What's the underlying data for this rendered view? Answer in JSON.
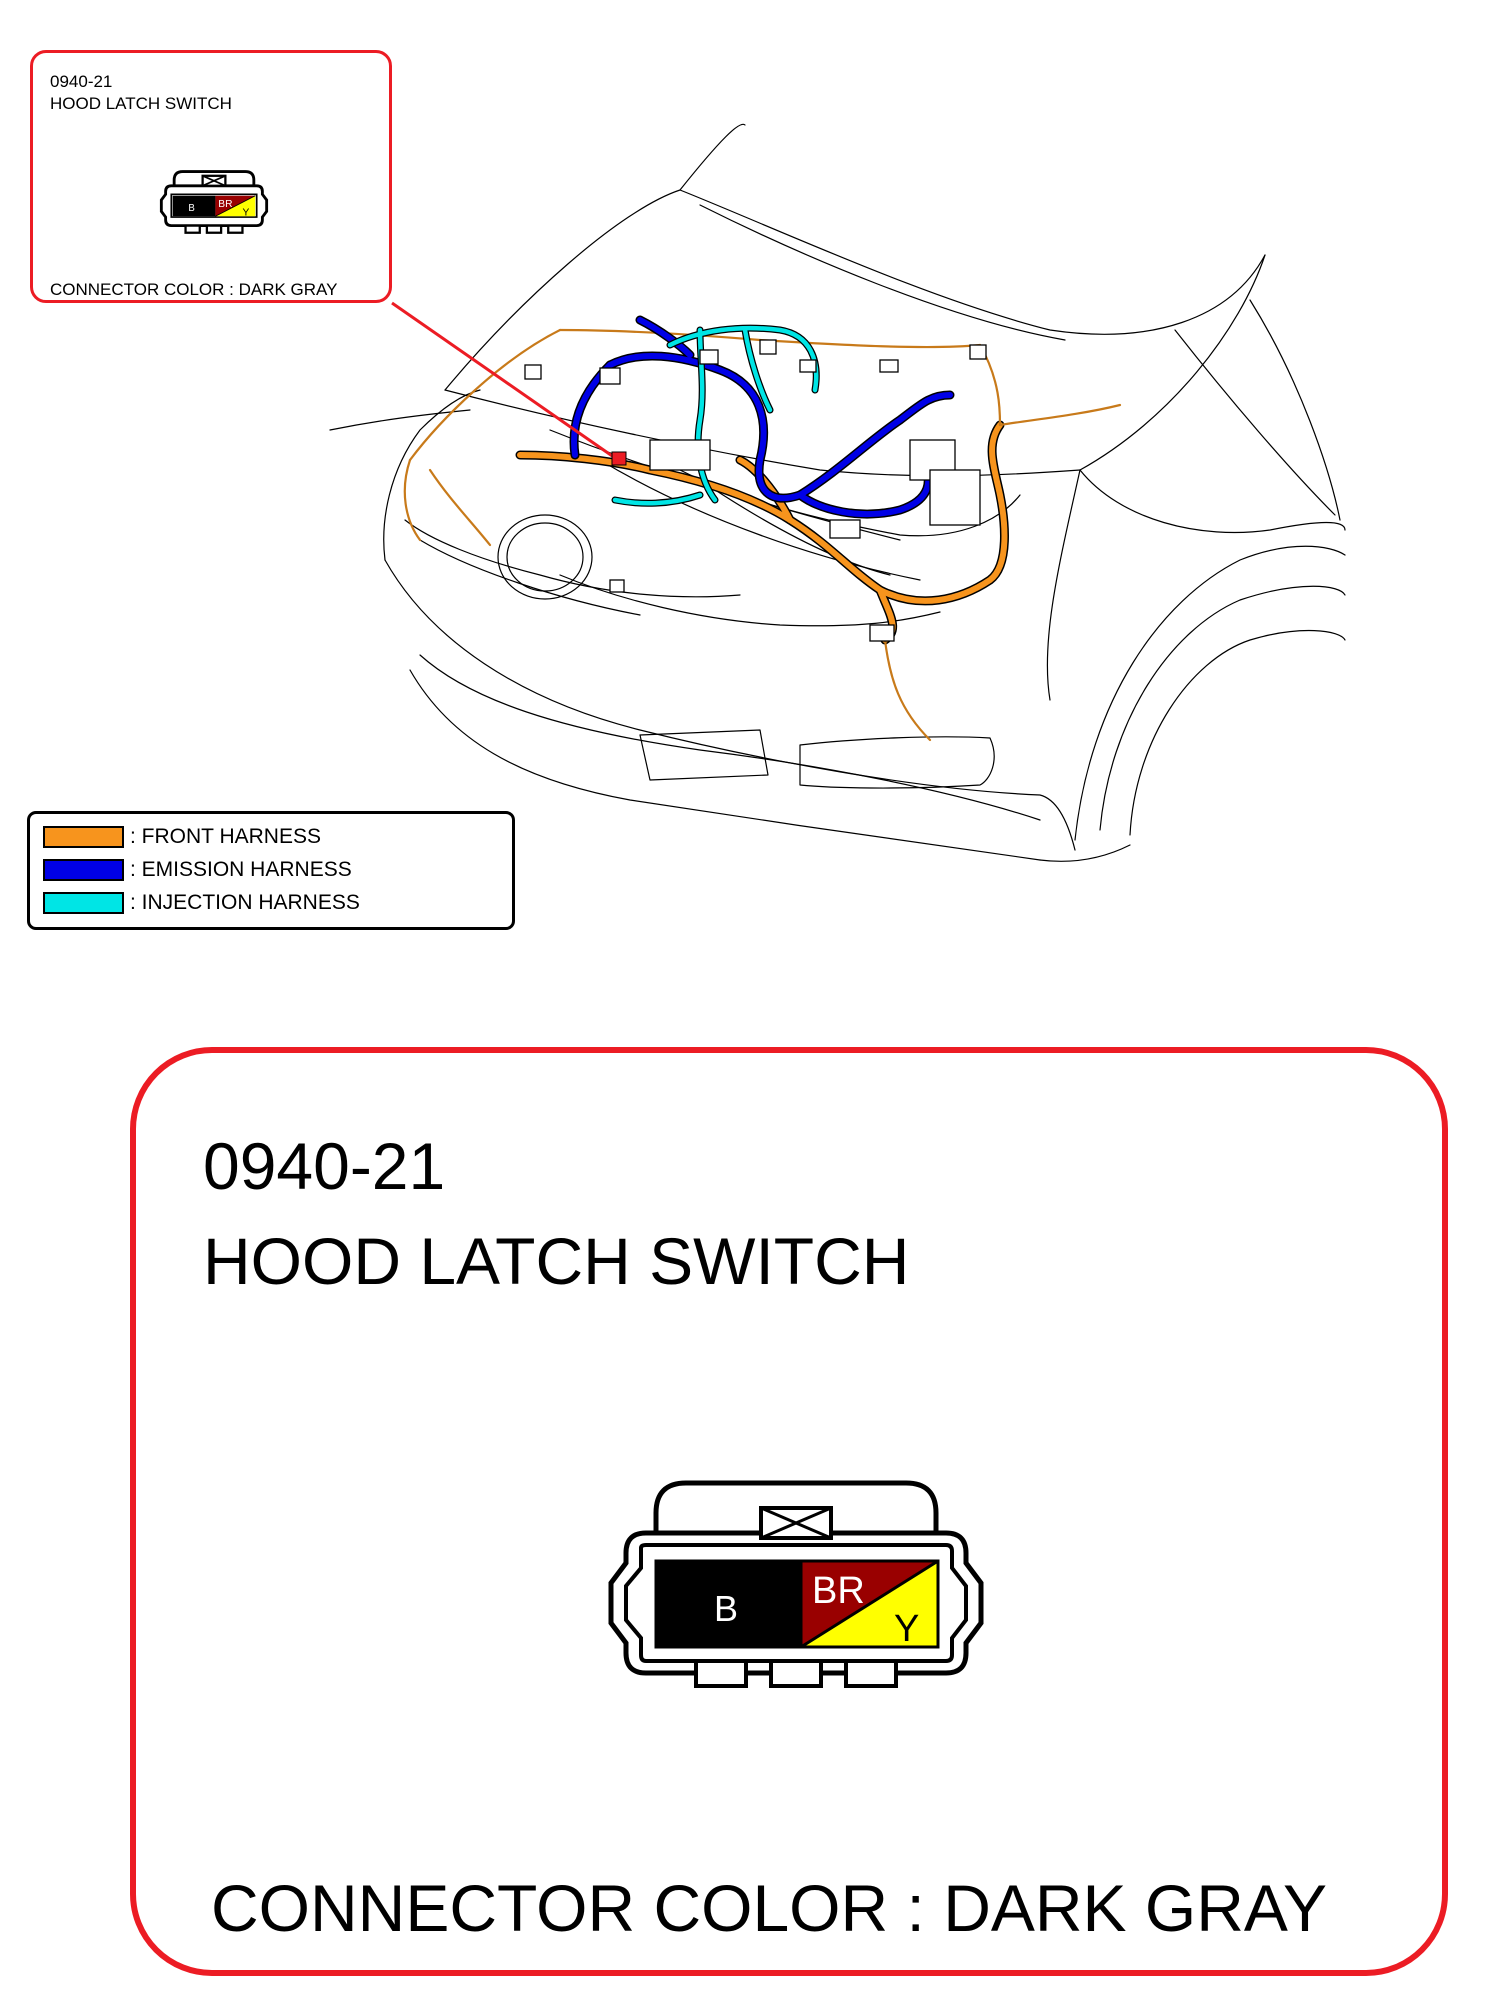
{
  "connector": {
    "code": "0940-21",
    "name": "HOOD LATCH SWITCH",
    "color_text": "CONNECTOR COLOR : DARK GRAY",
    "pins": [
      {
        "label": "B",
        "color": "#000000",
        "text_color": "#ffffff"
      },
      {
        "label": "BR",
        "color": "#990000",
        "text_color": "#ffffff"
      },
      {
        "label": "Y",
        "color": "#ffff00",
        "text_color": "#000000"
      }
    ]
  },
  "legend": {
    "items": [
      {
        "label": ": FRONT HARNESS",
        "color": "#f7941d"
      },
      {
        "label": ": EMISSION HARNESS",
        "color": "#0000e6"
      },
      {
        "label": ": INJECTION HARNESS",
        "color": "#00e5e5"
      }
    ]
  },
  "colors": {
    "callout_border": "#ec1c24",
    "highlight": "#ec1c24",
    "outline": "#000000"
  }
}
